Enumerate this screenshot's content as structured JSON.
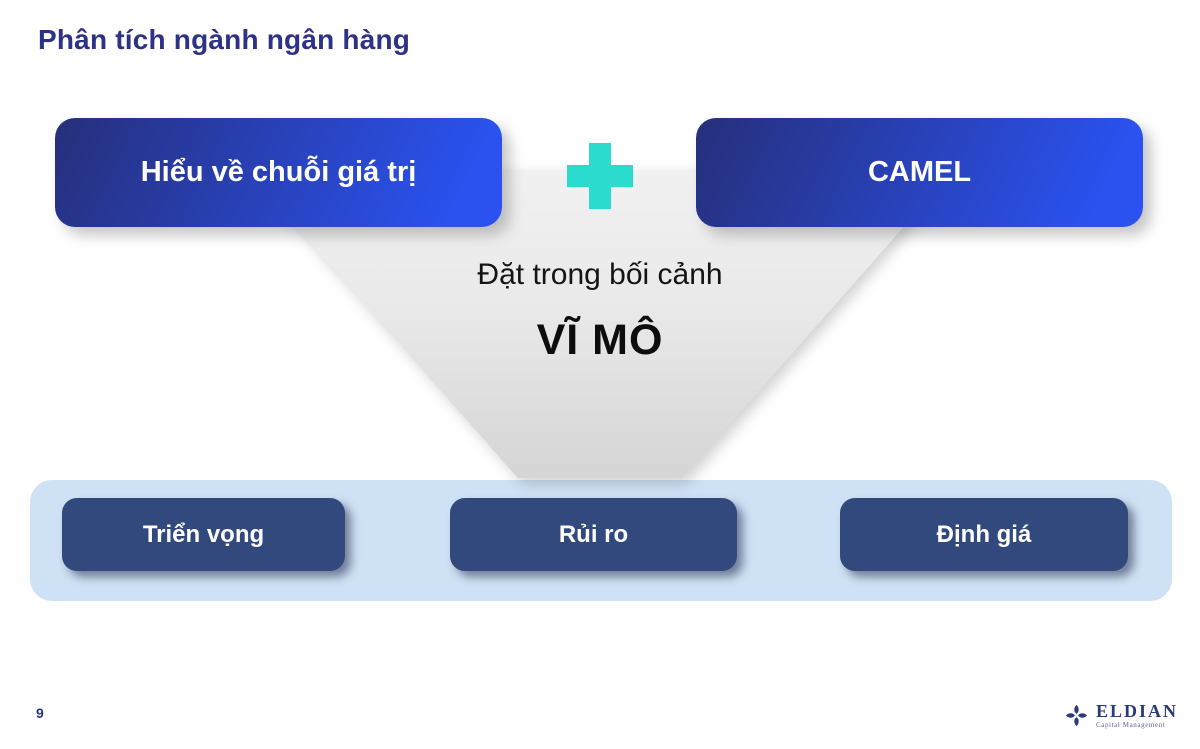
{
  "slide": {
    "title": "Phân tích ngành ngân hàng"
  },
  "top_boxes": [
    {
      "label": "Hiểu về chuỗi giá trị"
    },
    {
      "label": "CAMEL"
    }
  ],
  "connector": {
    "icon": "plus-icon"
  },
  "funnel": {
    "line1": "Đặt trong bối cảnh",
    "line2": "VĨ MÔ"
  },
  "bottom_panel": {
    "items": [
      {
        "label": "Triển vọng"
      },
      {
        "label": "Rủi ro"
      },
      {
        "label": "Định giá"
      }
    ]
  },
  "footer": {
    "page_number": "9",
    "logo": {
      "icon": "clover-logo-icon",
      "name": "ELDIAN",
      "subtitle": "Capital Management"
    }
  },
  "colors": {
    "title_navy": "#2d3287",
    "box_gradient_start": "#262f7a",
    "box_gradient_end": "#2b52f0",
    "plus_teal": "#2bdbce",
    "funnel_gray_top": "#f1f1f1",
    "funnel_gray_bottom": "#d5d5d5",
    "panel_light_blue": "#cfe1f4",
    "button_navy": "#32497e",
    "logo_navy": "#2b3a7a"
  }
}
